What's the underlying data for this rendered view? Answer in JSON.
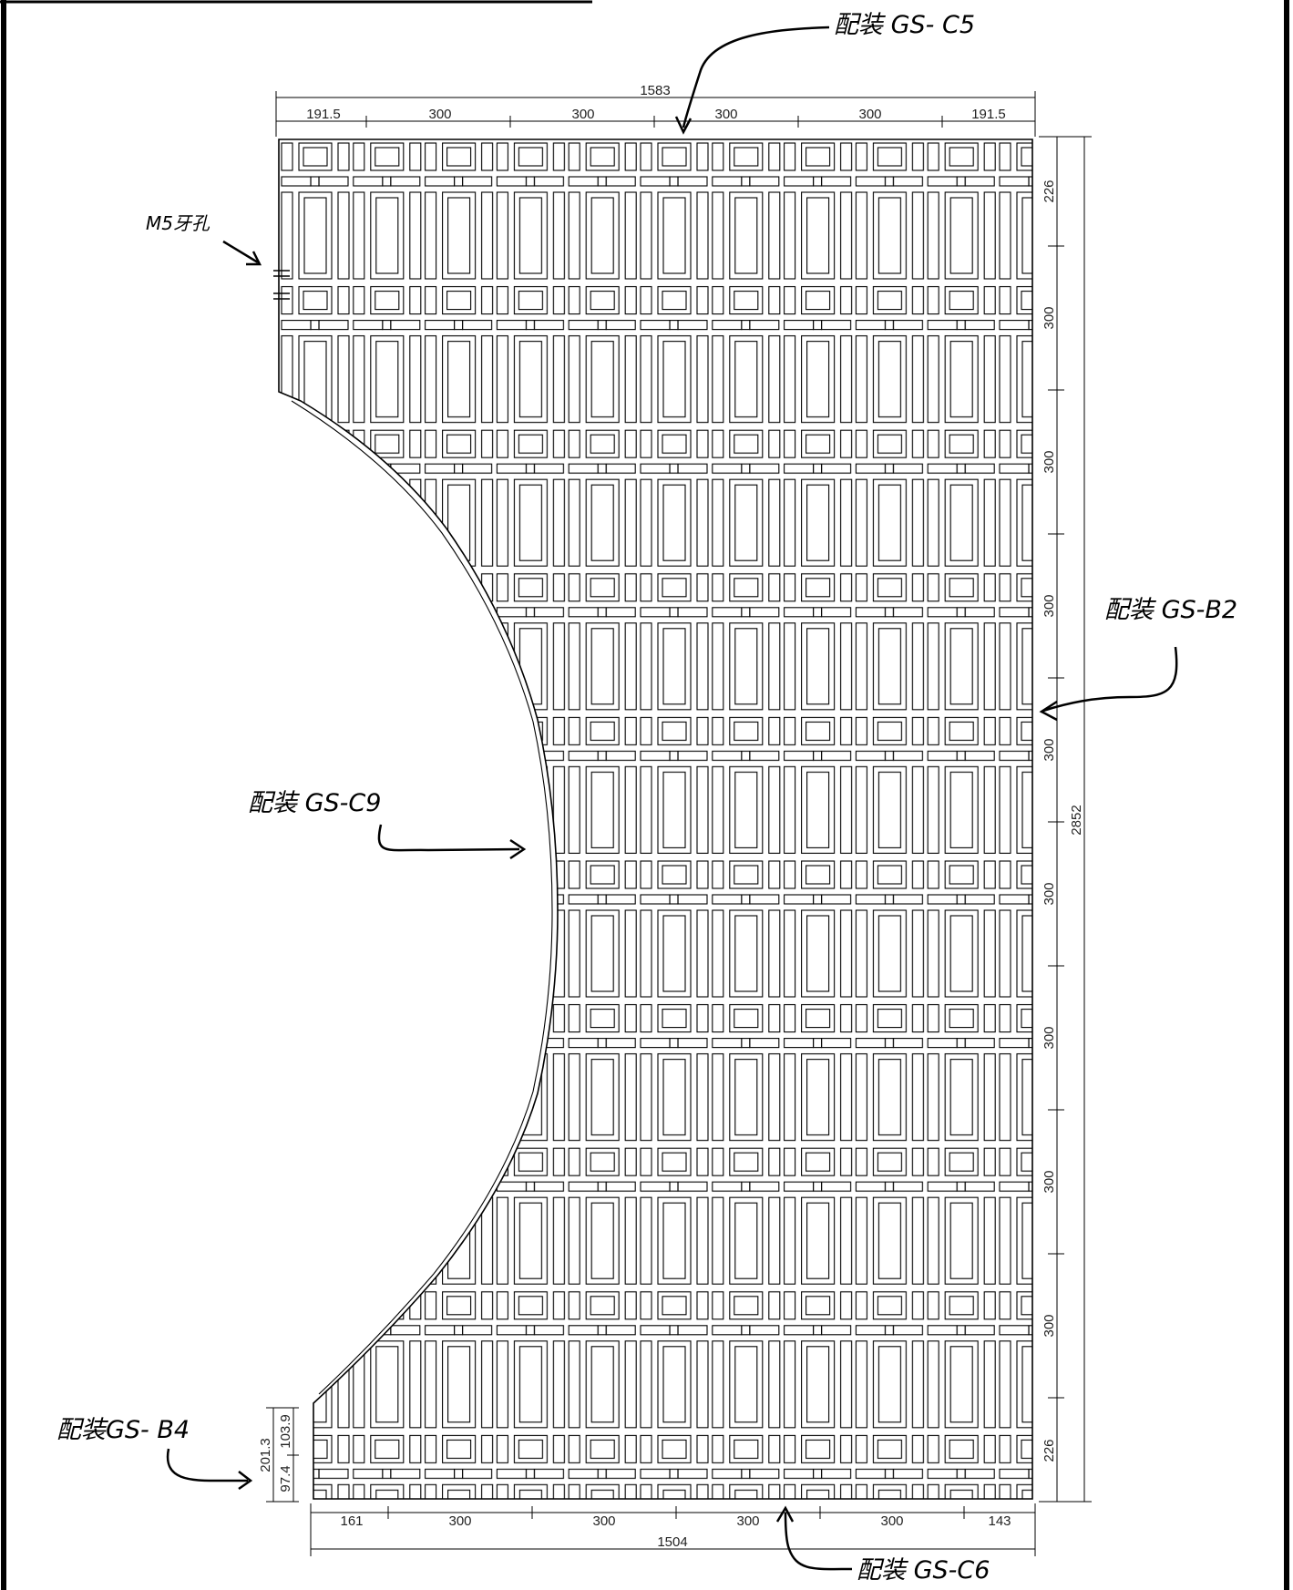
{
  "dimensions": {
    "top_total": "1583",
    "top_segments": [
      "191.5",
      "300",
      "300",
      "300",
      "300",
      "191.5"
    ],
    "right_total": "2852",
    "right_segments": [
      "226",
      "300",
      "300",
      "300",
      "300",
      "300",
      "300",
      "300",
      "300",
      "226"
    ],
    "bottom_total": "1504",
    "bottom_segments": [
      "161",
      "300",
      "300",
      "300",
      "300",
      "143"
    ],
    "left_small": [
      "201.3",
      "103.9",
      "97.4"
    ]
  },
  "annotations": {
    "gs_c5": "配装 GS- C5",
    "m5": "M5牙孔",
    "gs_b2": "配装 GS-B2",
    "gs_c9": "配装 GS-C9",
    "gs_b4": "配装GS- B4",
    "gs_c6": "配装 GS-C6"
  }
}
